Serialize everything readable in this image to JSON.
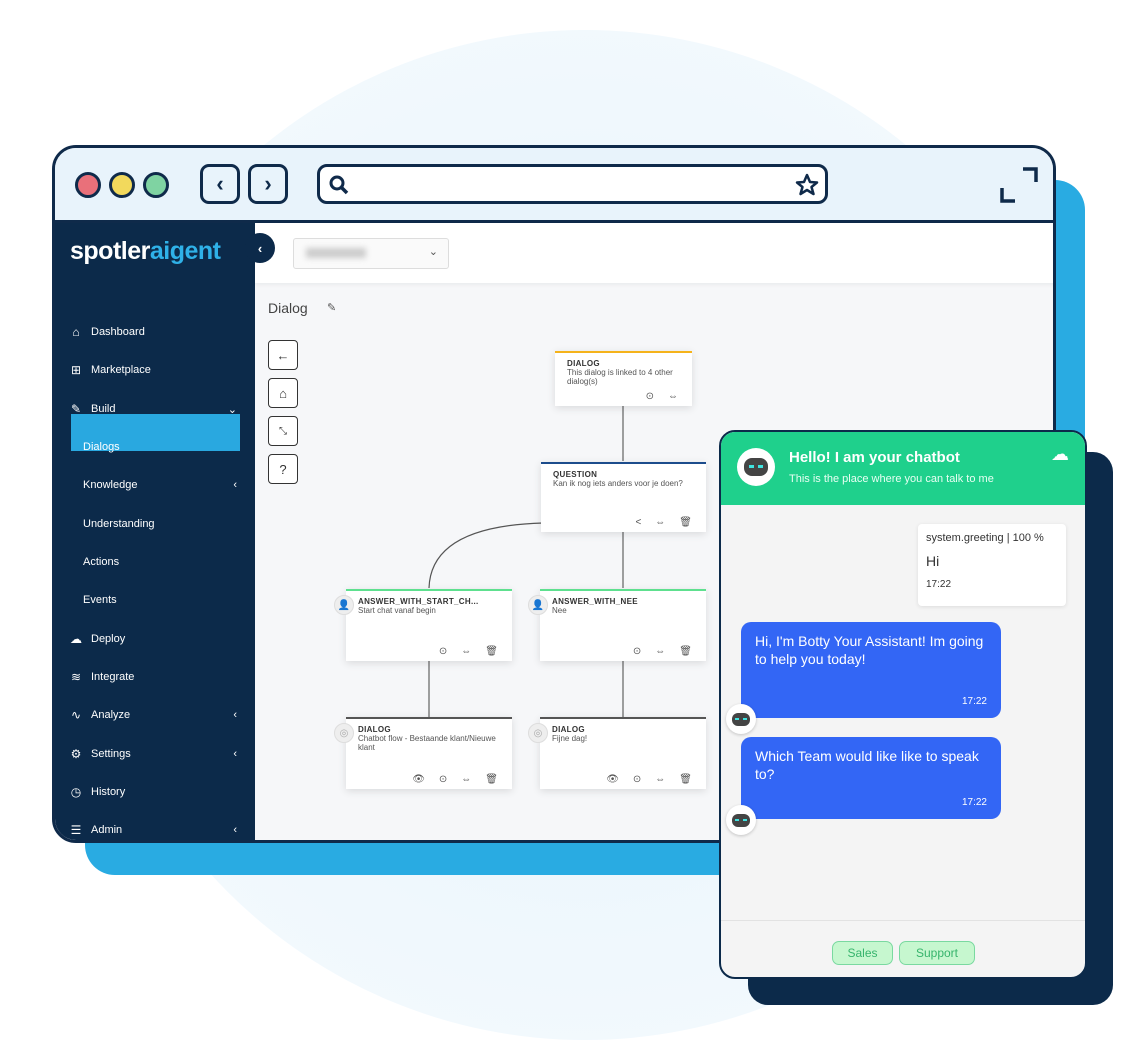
{
  "browser": {
    "back_icon": "chevron-left",
    "forward_icon": "chevron-right",
    "search_icon": "magnifier",
    "bookmark_icon": "star",
    "expand_icon": "corner-expand"
  },
  "sidebar": {
    "logo": {
      "part1": "spotler",
      "part2": "aigent"
    },
    "items": [
      {
        "label": "Dashboard",
        "icon": "⌂"
      },
      {
        "label": "Marketplace",
        "icon": "⊞"
      },
      {
        "label": "Build",
        "icon": "✎",
        "chevron": "⌄"
      },
      {
        "label": "Dialogs",
        "sub": true,
        "active": true
      },
      {
        "label": "Knowledge",
        "sub": true,
        "chevron": "‹"
      },
      {
        "label": "Understanding",
        "sub": true
      },
      {
        "label": "Actions",
        "sub": true
      },
      {
        "label": "Events",
        "sub": true
      },
      {
        "label": "Deploy",
        "icon": "☁"
      },
      {
        "label": "Integrate",
        "icon": "≋"
      },
      {
        "label": "Analyze",
        "icon": "∿",
        "chevron": "‹"
      },
      {
        "label": "Settings",
        "icon": "⚙",
        "chevron": "‹"
      },
      {
        "label": "History",
        "icon": "◷"
      },
      {
        "label": "Admin",
        "icon": "☰",
        "chevron": "‹"
      }
    ]
  },
  "main": {
    "title": "Dialog",
    "nodes": [
      {
        "type": "DIALOG",
        "text": "This dialog is linked to 4 other dialog(s)"
      },
      {
        "type": "QUESTION",
        "text": "Kan ik nog iets anders voor je doen?"
      },
      {
        "type": "ANSWER_WITH_START_CH...",
        "text": "Start chat vanaf begin"
      },
      {
        "type": "ANSWER_WITH_NEE",
        "text": "Nee"
      },
      {
        "type": "DIALOG",
        "text": "Chatbot flow - Bestaande klant/Nieuwe klant"
      },
      {
        "type": "DIALOG",
        "text": "Fijne dag!"
      }
    ]
  },
  "chat": {
    "title": "Hello! I am your chatbot",
    "subtitle": "This is the place where you can talk to me",
    "greeting": {
      "intent": "system.greeting | 100 %",
      "text": "Hi",
      "time": "17:22"
    },
    "messages": [
      {
        "text": "Hi, I'm Botty Your Assistant! Im going to help you today!",
        "time": "17:22"
      },
      {
        "text": "Which Team would like like to speak to?",
        "time": "17:22"
      }
    ],
    "quick_replies": [
      "Sales",
      "Support"
    ],
    "colors": {
      "header": "#1fd08c",
      "bubble": "#3366f5"
    }
  }
}
